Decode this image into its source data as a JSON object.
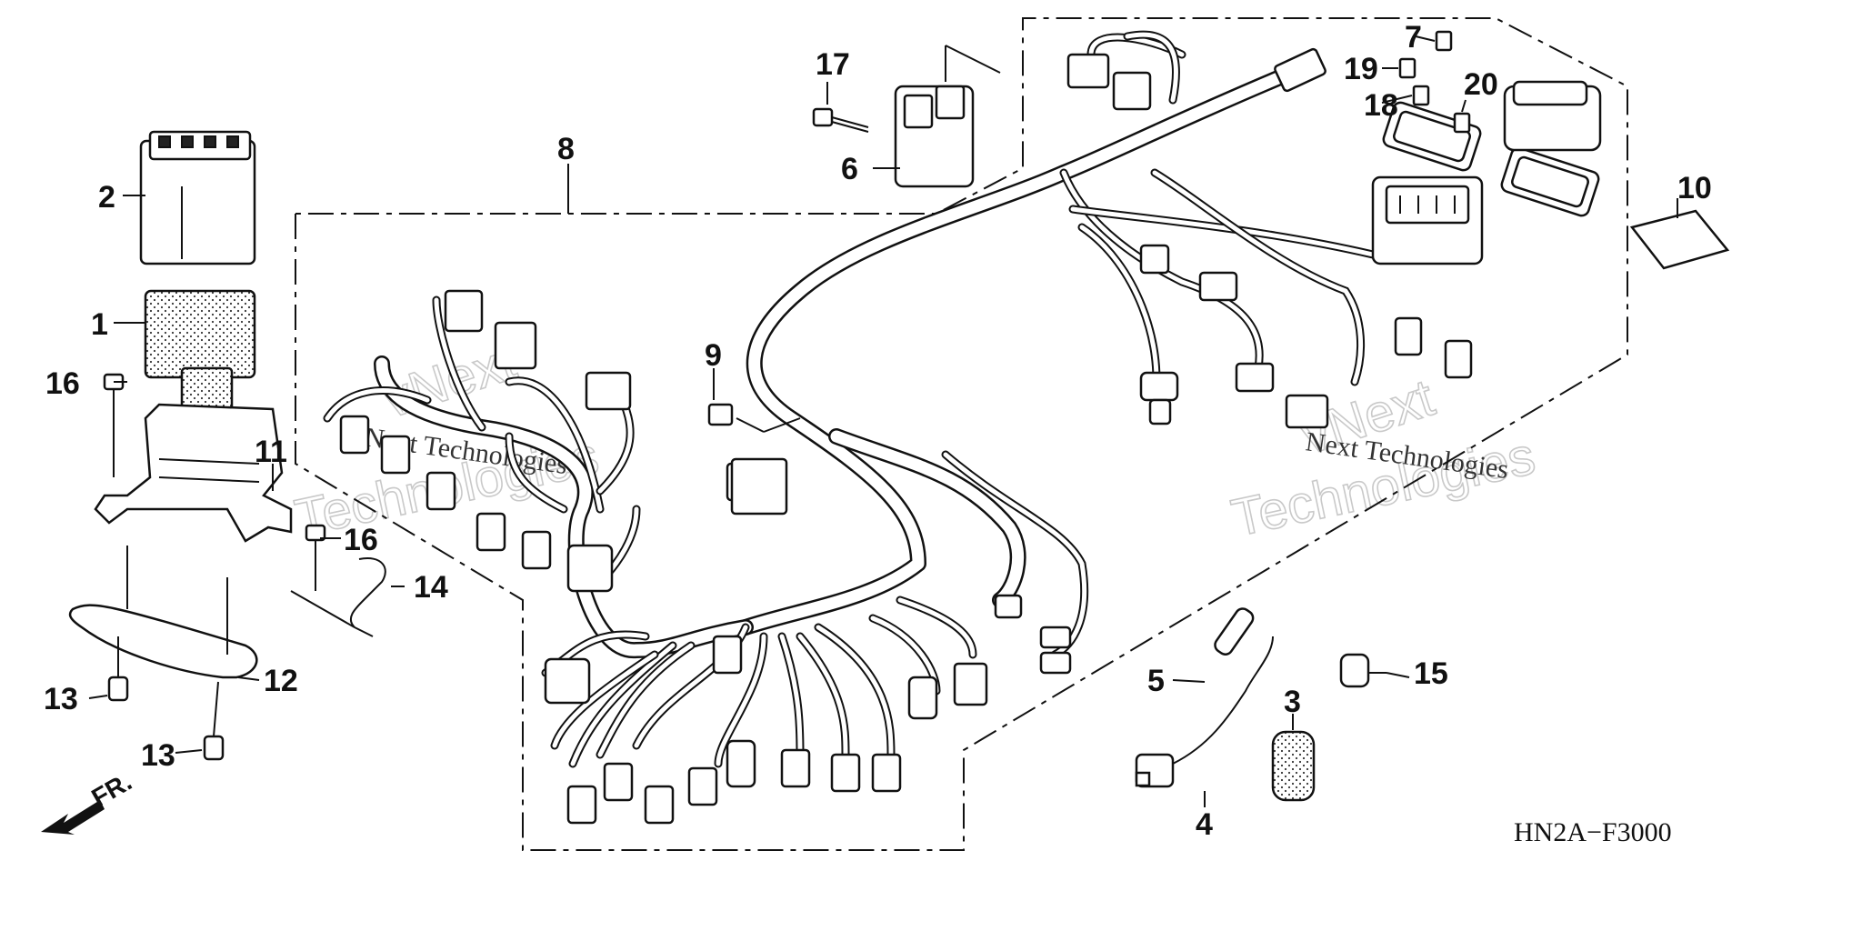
{
  "callouts": {
    "c1": "1",
    "c2": "2",
    "c3": "3",
    "c4": "4",
    "c5": "5",
    "c6": "6",
    "c7": "7",
    "c8": "8",
    "c9": "9",
    "c10": "10",
    "c11": "11",
    "c12": "12",
    "c13a": "13",
    "c13b": "13",
    "c14": "14",
    "c15": "15",
    "c16a": "16",
    "c16b": "16",
    "c17": "17",
    "c18": "18",
    "c19": "19",
    "c20": "20"
  },
  "diagram_code": "HN2A−F3000",
  "front_label": "FR.",
  "watermark": {
    "brand_1": "Next Technologies",
    "brand_2": "Next Technologies",
    "ghost_1": "Technologies",
    "ghost_2": "Technologies",
    "ghost_3": "vNext",
    "ghost_4": "vNext"
  }
}
